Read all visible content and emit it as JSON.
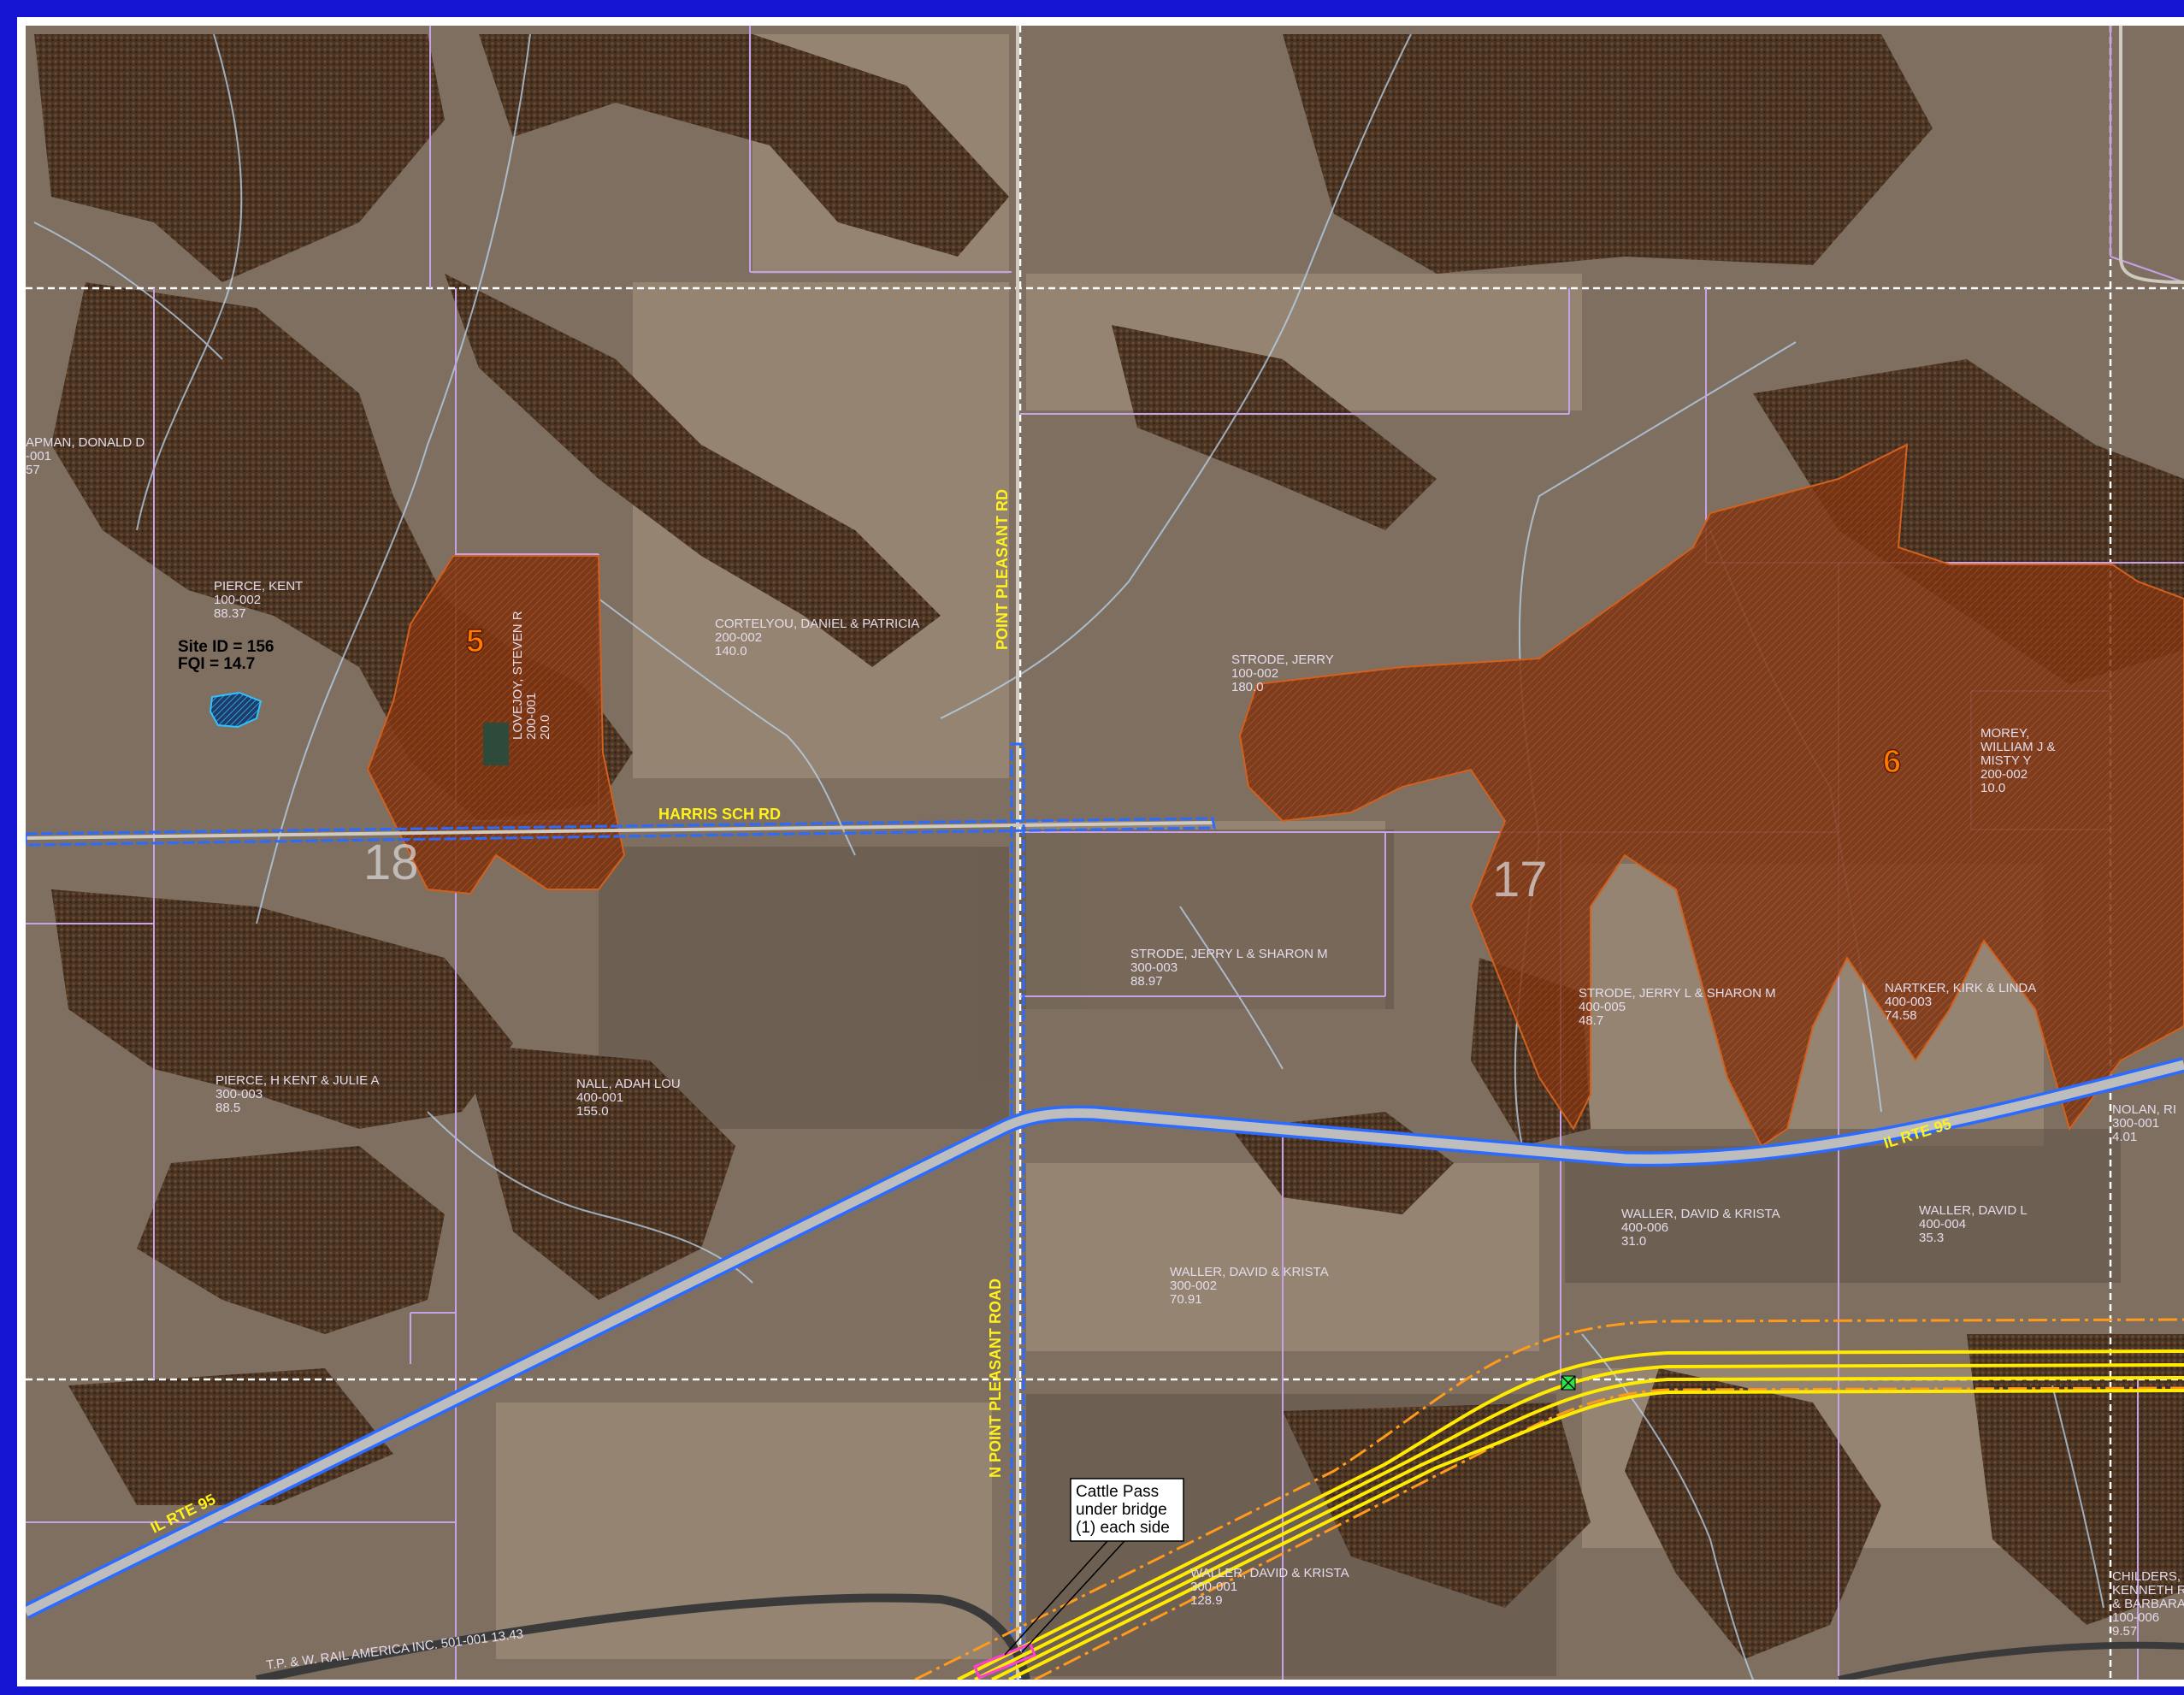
{
  "roads": {
    "harris_sch_rd": "HARRIS SCH RD",
    "point_pleasant_rd": "POINT PLEASANT RD",
    "n_point_pleasant_road": "N POINT PLEASANT ROAD",
    "il_rte_95_east": "IL RTE 95",
    "il_rte_95_west": "IL RTE 95"
  },
  "sections": [
    "18",
    "17"
  ],
  "sites": [
    {
      "number": "5"
    },
    {
      "number": "6"
    }
  ],
  "site_id": {
    "line1": "Site ID = 156",
    "line2": "FQI = 14.7"
  },
  "callout": {
    "line1": "Cattle Pass",
    "line2": "under bridge",
    "line3": "(1) each side"
  },
  "rail_label": "T.P. & W. RAIL AMERICA INC. 501-001  13.43",
  "parcels": [
    {
      "lines": [
        "APMAN,  DONALD D",
        "-001",
        "57"
      ]
    },
    {
      "lines": [
        "PIERCE, KENT",
        "100-002",
        "88.37"
      ]
    },
    {
      "lines": [
        "LOVEJOY, STEVEN R",
        "200-001",
        "20.0"
      ]
    },
    {
      "lines": [
        "CORTELYOU, DANIEL & PATRICIA",
        "200-002",
        "140.0"
      ]
    },
    {
      "lines": [
        "STRODE, JERRY",
        "100-002",
        "180.0"
      ]
    },
    {
      "lines": [
        "MOREY,",
        "WILLIAM J &",
        "MISTY Y",
        "200-002",
        "10.0"
      ]
    },
    {
      "lines": [
        "STRODE, JERRY L & SHARON M",
        "300-003",
        "88.97"
      ]
    },
    {
      "lines": [
        "STRODE, JERRY L & SHARON M",
        "400-005",
        "48.7"
      ]
    },
    {
      "lines": [
        "NARTKER, KIRK & LINDA",
        "400-003",
        "74.58"
      ]
    },
    {
      "lines": [
        "PIERCE, H KENT & JULIE A",
        "300-003",
        "88.5"
      ]
    },
    {
      "lines": [
        "NALL, ADAH LOU",
        "400-001",
        "155.0"
      ]
    },
    {
      "lines": [
        "NOLAN, RI",
        "300-001",
        "4.01"
      ]
    },
    {
      "lines": [
        "WALLER, DAVID & KRISTA",
        "400-006",
        "31.0"
      ]
    },
    {
      "lines": [
        "WALLER, DAVID L",
        "400-004",
        "35.3"
      ]
    },
    {
      "lines": [
        "WALLER, DAVID & KRISTA",
        "300-002",
        "70.91"
      ]
    },
    {
      "lines": [
        "WALLER, DAVID & KRISTA",
        "300-001",
        "128.9"
      ]
    },
    {
      "lines": [
        "CHILDERS,",
        "KENNETH R",
        "& BARBARA",
        "100-006",
        "9.57"
      ]
    }
  ],
  "colors": {
    "frame": "#1414d2",
    "highway_outline": "#2b6bff",
    "site_outline": "#d2601e",
    "parcel_line": "#c8a2e8",
    "proposed_route": "#ffea00",
    "proposed_buffer": "#ff9a1a",
    "stream": "#b9d6f0"
  }
}
